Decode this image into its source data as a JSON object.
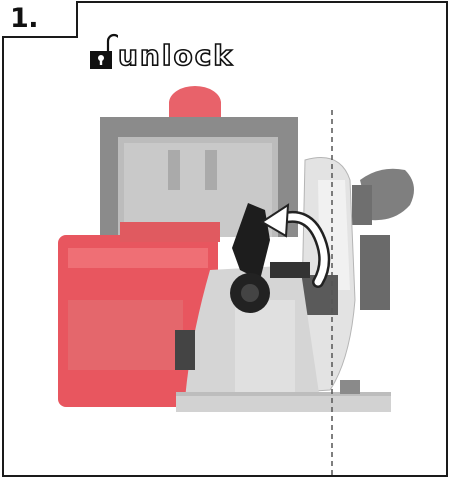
{
  "step": {
    "number": "1."
  },
  "action": {
    "label": "unlock",
    "icon": "padlock-open-icon"
  },
  "illustration": {
    "subject": "plunge-saw-lever",
    "arrow_icon": "curved-arrow-icon"
  },
  "colors": {
    "frame": "#1a1a1a",
    "housing_red": "#e85c5c",
    "body_gray": "#8a8a8a",
    "light_gray": "#d9d9d9",
    "lever_black": "#1e1e1e"
  }
}
